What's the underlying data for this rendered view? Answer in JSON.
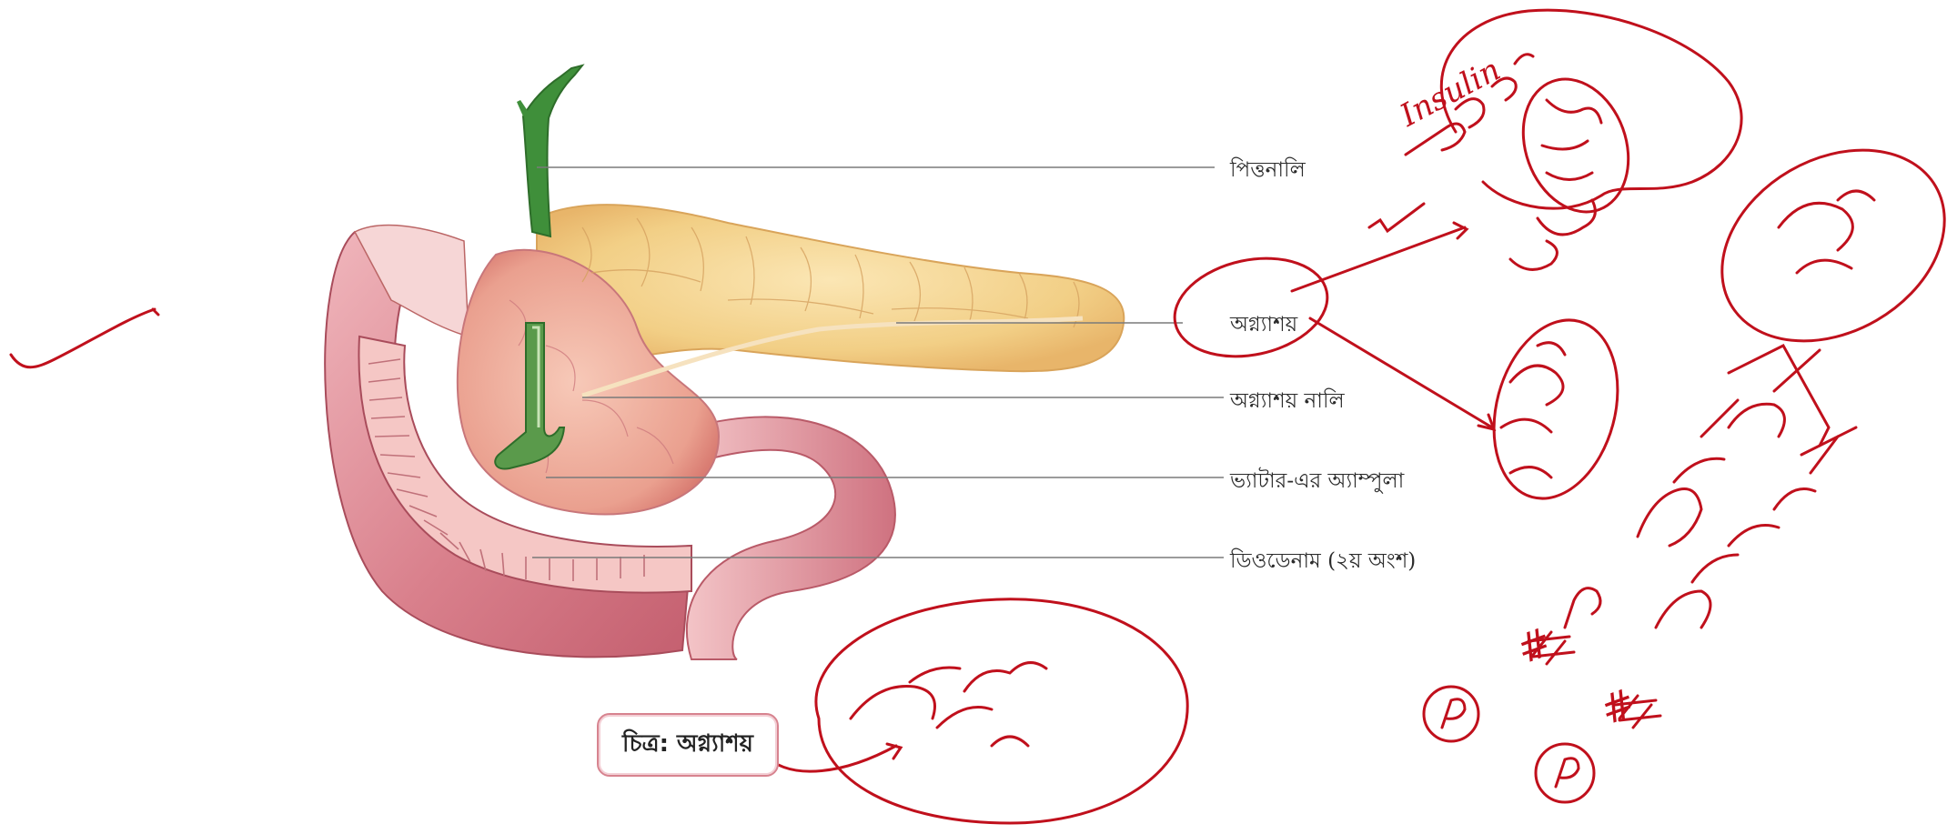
{
  "figure": {
    "caption": "চিত্র: অগ্ন্যাশয়",
    "labels": {
      "bile_duct": "পিত্তনালি",
      "pancreas": "অগ্ন্যাশয়",
      "pancreatic_duct": "অগ্ন্যাশয় নালি",
      "ampulla_of_vater": "ভ্যাটার-এর অ্যাম্পুলা",
      "duodenum": "ডিওডেনাম (২য় অংশ)"
    }
  },
  "annotations": {
    "ink_color": "#c0101c",
    "insulin_note": "Insulin",
    "hash_marks": [
      "#",
      "#"
    ]
  },
  "colors": {
    "pancreas": "#f2d08a",
    "duodenum": "#d9808c",
    "bile_duct": "#3f8f3a",
    "leader_line": "#777777"
  }
}
